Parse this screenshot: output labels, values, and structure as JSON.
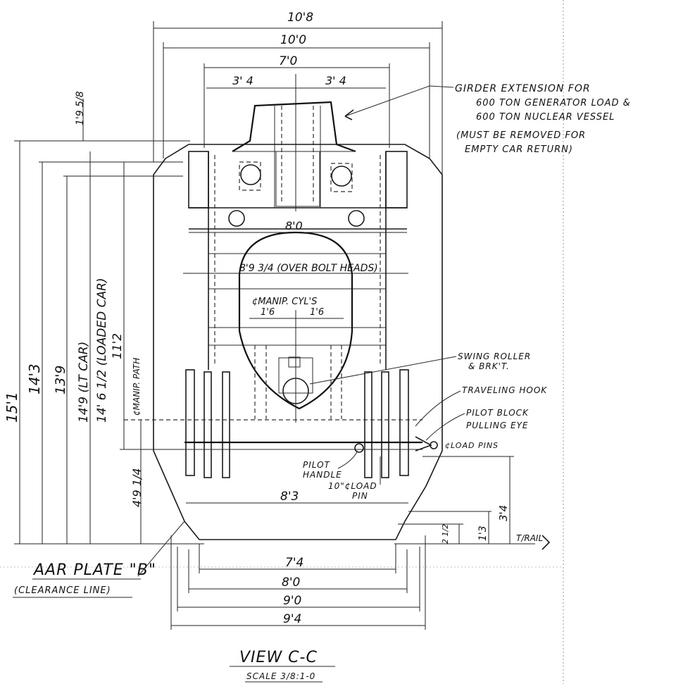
{
  "view": {
    "title": "VIEW C-C",
    "scale": "SCALE 3/8:1-0"
  },
  "dims_top": {
    "overall": "10'8",
    "width_10": "10'0",
    "width_7": "7'0",
    "left_half": "3' 4",
    "right_half": "3' 4",
    "girder_height": "1'9 5/8"
  },
  "dims_middle": {
    "width_8": "8'0",
    "over_bolt_heads": "8'9 3/4 (OVER BOLT HEADS)",
    "manip_cyls": "¢MANIP. CYL'S",
    "cyl_left": "1'6",
    "cyl_right": "1'6"
  },
  "dims_vertical": {
    "h_15_1": "15'1",
    "h_14_3": "14'3",
    "h_13_9": "13'9",
    "h_lt_car": "14'9 (LT CAR)",
    "h_loaded_car": "14' 6 1/2 (LOADED CAR)",
    "h_11_2": "11'2",
    "manip_path": "¢MANIP. PATH",
    "h_4_9": "4'9 1/4",
    "h_3_4": "3'4",
    "h_1_3": "1'3",
    "h_2_5": "2 1/2",
    "rail": "T/RAIL"
  },
  "dims_bottom": {
    "w_8_3": "8'3",
    "w_7_4": "7'4",
    "w_8_0": "8'0",
    "w_9_0": "9'0",
    "w_9_4": "9'4"
  },
  "notes": {
    "girder_line1": "GIRDER EXTENSION FOR",
    "girder_line2": "600 TON GENERATOR LOAD &",
    "girder_line3": "600 TON NUCLEAR VESSEL",
    "girder_line4": "(MUST BE REMOVED FOR",
    "girder_line5": "EMPTY CAR RETURN)",
    "swing_roller": "SWING ROLLER",
    "brkt": "& BRK'T.",
    "traveling_hook": "TRAVELING HOOK",
    "pilot_block": "PILOT BLOCK",
    "pulling_eye": "PULLING EYE",
    "load_pins": "¢LOAD PINS",
    "pilot_handle_1": "PILOT",
    "pilot_handle_2": "HANDLE",
    "load_pin_1": "10\"¢LOAD",
    "load_pin_2": "PIN",
    "aar_plate": "AAR PLATE \"B\"",
    "clearance_line": "(CLEARANCE LINE)"
  }
}
